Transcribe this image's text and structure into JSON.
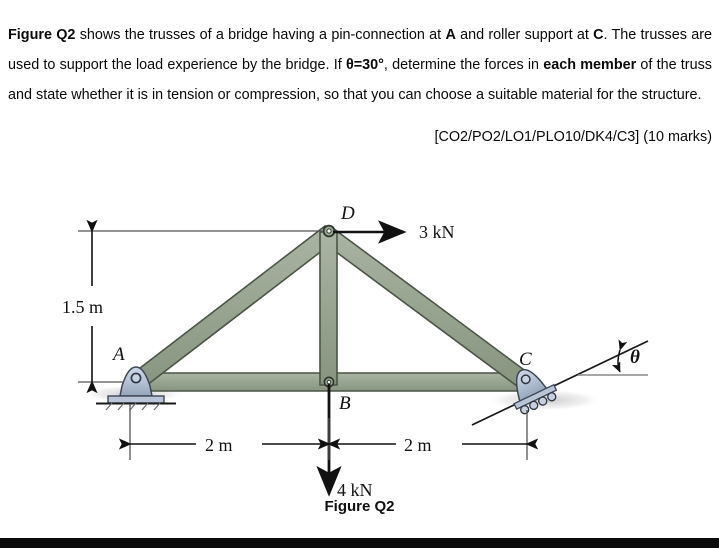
{
  "problem": {
    "intro_bold": "Figure Q2",
    "text_1": " shows the trusses of a bridge having a pin-connection at ",
    "point_a": "A",
    "text_2": " and roller support at ",
    "point_c": "C",
    "text_3": ". The trusses are used to support the load experience by the bridge. If ",
    "theta_condition": "θ=30°",
    "text_4": ", determine the forces in ",
    "emphasis": "each member",
    "text_5": " of the truss and state whether it is in tension or compression, so that you can choose a suitable material for the structure.",
    "learning_code": "[CO2/PO2/LO1/PLO10/DK4/C3] (10 marks)"
  },
  "figure": {
    "caption": "Figure Q2",
    "joint_labels": {
      "a": "A",
      "b": "B",
      "c": "C",
      "d": "D"
    },
    "dimensions": {
      "height": "1.5 m",
      "span_left": "2 m",
      "span_right": "2 m"
    },
    "loads": {
      "horizontal_at_d": "3 kN",
      "vertical_at_b": "4 kN"
    },
    "angle_label": "θ",
    "colors": {
      "member_fill": "#96a38f",
      "member_stroke": "#4a5546",
      "support_fill": "#b8c4d6",
      "support_stroke": "#3d4654",
      "line": "#1a1a1a"
    }
  },
  "geometry": {
    "support_a_type": "pin",
    "support_c_type": "roller-on-incline",
    "joint_a": "(0 m, 0 m)",
    "joint_b": "(2 m, 0 m)",
    "joint_c": "(4 m, 0 m)",
    "joint_d": "(2 m, 1.5 m)",
    "members": "AD, AB, BD, BC, DC"
  }
}
